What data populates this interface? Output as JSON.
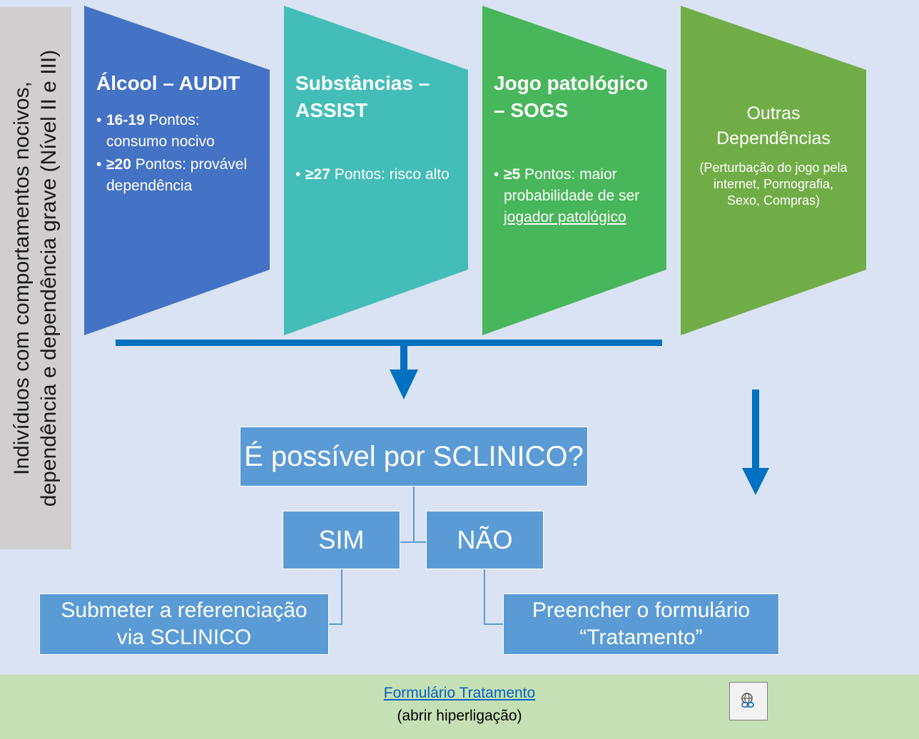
{
  "side_label": {
    "line1": "Indivíduos  com comportamentos nocivos,",
    "line2": "dependência e dependência grave (Nível II e III)"
  },
  "panels": [
    {
      "title": "Álcool – AUDIT",
      "color": "#4472c4",
      "items": [
        {
          "bullet": "•",
          "bold": "16-19",
          "text": " Pontos: consumo nocivo"
        },
        {
          "bullet": "•",
          "bold": "≥20",
          "text": " Pontos: provável dependência"
        }
      ]
    },
    {
      "title": "Substâncias – ASSIST",
      "color": "#43bdb8",
      "items": [
        {
          "bullet": "•",
          "bold": "≥27",
          "text": " Pontos: risco alto"
        }
      ]
    },
    {
      "title": "Jogo patológico – SOGS",
      "color": "#48b65a",
      "items": [
        {
          "bullet": "•",
          "bold": "≥5",
          "text": " Pontos: maior probabilidade de ser ",
          "link": "jogador patológico"
        }
      ]
    },
    {
      "title": "Outras Dependências",
      "color": "#70ad47",
      "note": "(Perturbação do jogo pela internet, Pornografia, Sexo, Compras)"
    }
  ],
  "question_box": "É possível por SCLINICO?",
  "yes_box": "SIM",
  "no_box": "NÃO",
  "yes_action": {
    "line1": "Submeter a referenciação",
    "line2": "via SCLINICO"
  },
  "no_action": {
    "line1": "Preencher o formulário",
    "line2": "“Tratamento”"
  },
  "footer": {
    "link_text": "Formulário Tratamento",
    "sub_text": "(abrir hiperligação)"
  },
  "colors": {
    "background": "#dae3f3",
    "connector": "#0070c0",
    "box": "#5b9bd5",
    "footer": "#c5e0b4",
    "link": "#0563c1"
  },
  "icons": {
    "footer_button": "globe-link-icon"
  }
}
